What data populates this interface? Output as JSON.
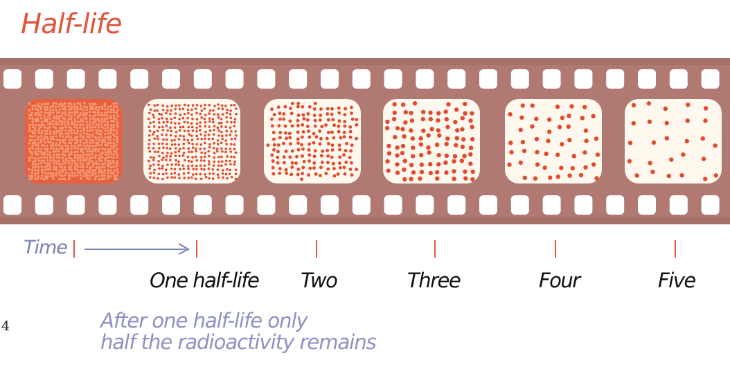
{
  "title": "Half-life",
  "time_label": "Time",
  "frames": [
    {
      "density": 1.0
    },
    {
      "density": 0.5
    },
    {
      "density": 0.25
    },
    {
      "density": 0.125
    },
    {
      "density": 0.0625
    },
    {
      "density": 0.03125
    }
  ],
  "markers": [
    {
      "label": ""
    },
    {
      "label": "One half-life"
    },
    {
      "label": "Two"
    },
    {
      "label": "Three"
    },
    {
      "label": "Four"
    },
    {
      "label": "Five"
    }
  ],
  "caption_line1": "After one half-life only",
  "caption_line2": "half the radioactivity remains",
  "page_number": "4",
  "colors": {
    "title": "#e2553c",
    "film": "#b07a72",
    "dots": "#e24a2e",
    "tick": "#e2553c",
    "arrow": "#7b7fb3",
    "caption": "#8e90c4"
  }
}
